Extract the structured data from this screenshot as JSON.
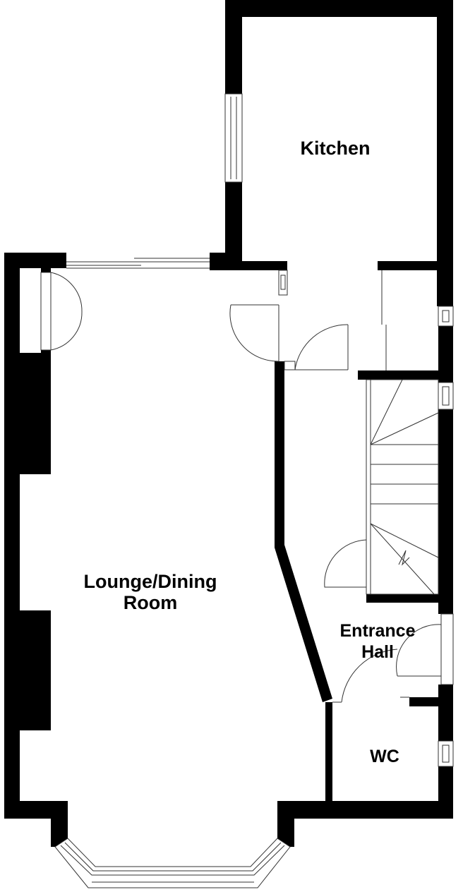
{
  "rooms": {
    "kitchen": "Kitchen",
    "lounge_line1": "Lounge/Dining",
    "lounge_line2": "Room",
    "hall_line1": "Entrance",
    "hall_line2": "Hall",
    "wc": "WC"
  },
  "colors": {
    "wall": "#000000",
    "background": "#ffffff",
    "line": "#333333"
  }
}
